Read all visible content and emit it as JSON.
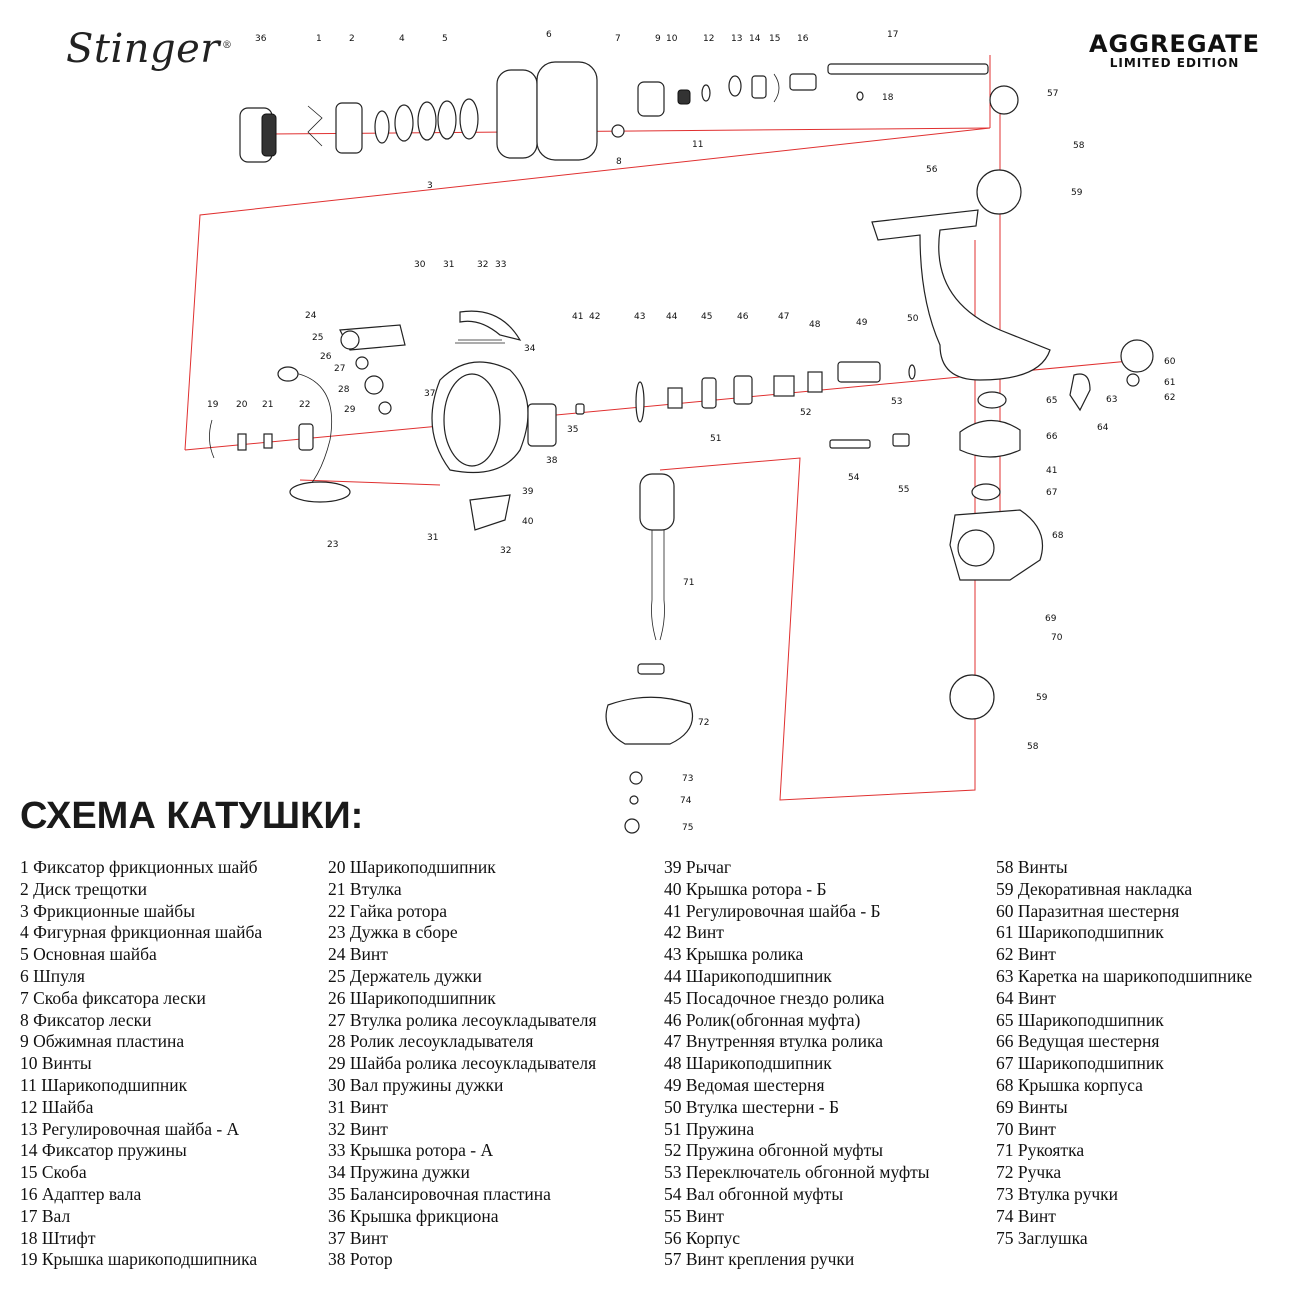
{
  "brand": {
    "logo_text": "Stinger",
    "registered": "®"
  },
  "series": {
    "name": "AGGREGATE",
    "edition": "LIMITED EDITION"
  },
  "title": "СХЕМА КАТУШКИ:",
  "diagram": {
    "part_numbers": [
      "36",
      "1",
      "2",
      "4",
      "5",
      "3",
      "6",
      "7",
      "8",
      "9",
      "10",
      "11",
      "12",
      "13",
      "14",
      "15",
      "16",
      "17",
      "18",
      "57",
      "58",
      "59",
      "56",
      "60",
      "61",
      "62",
      "63",
      "64",
      "65",
      "66",
      "41",
      "67",
      "68",
      "69",
      "70",
      "59",
      "58",
      "30",
      "31",
      "32",
      "33",
      "34",
      "24",
      "25",
      "26",
      "27",
      "28",
      "29",
      "37",
      "19",
      "20",
      "21",
      "22",
      "23",
      "35",
      "38",
      "39",
      "40",
      "31",
      "32",
      "41",
      "42",
      "43",
      "44",
      "45",
      "46",
      "47",
      "48",
      "49",
      "50",
      "52",
      "51",
      "53",
      "54",
      "55",
      "71",
      "72",
      "73",
      "74",
      "75"
    ]
  },
  "legend": {
    "col1": [
      "1 Фиксатор фрикционных шайб",
      "2 Диск трещотки",
      "3 Фрикционные шайбы",
      "4 Фигурная фрикционная шайба",
      "5 Основная шайба",
      "6 Шпуля",
      "7 Скоба фиксатора лески",
      "8 Фиксатор лески",
      "9 Обжимная пластина",
      "10 Винты",
      "11 Шарикоподшипник",
      "12 Шайба",
      "13 Регулировочная шайба - А",
      "14 Фиксатор пружины",
      "15 Скоба",
      "16 Адаптер вала",
      "17 Вал",
      "18 Штифт",
      "19 Крышка шарикоподшипника"
    ],
    "col2": [
      "20 Шарикоподшипник",
      "21 Втулка",
      "22 Гайка ротора",
      "23 Дужка в сборе",
      "24 Винт",
      "25 Держатель дужки",
      "26 Шарикоподшипник",
      "27 Втулка ролика лесоукладывателя",
      "28 Ролик лесоукладывателя",
      "29 Шайба ролика лесоукладывателя",
      "30 Вал пружины дужки",
      "31 Винт",
      "32 Винт",
      "33 Крышка ротора - А",
      "34 Пружина дужки",
      "35 Балансировочная пластина",
      "36 Крышка фрикциона",
      "37 Винт",
      "38 Ротор"
    ],
    "col3": [
      "39 Рычаг",
      "40 Крышка ротора - Б",
      "41 Регулировочная шайба - Б",
      "42 Винт",
      "43 Крышка ролика",
      "44 Шарикоподшипник",
      "45 Посадочное гнездо ролика",
      "46 Ролик(обгонная муфта)",
      "47 Внутренняя втулка ролика",
      "48 Шарикоподшипник",
      "49 Ведомая шестерня",
      "50 Втулка шестерни - Б",
      "51 Пружина",
      "52 Пружина обгонной муфты",
      "53 Переключатель обгонной муфты",
      "54 Вал обгонной муфты",
      "55 Винт",
      "56 Корпус",
      "57 Винт крепления ручки"
    ],
    "col4": [
      "58 Винты",
      "59 Декоративная накладка",
      "60 Паразитная шестерня",
      "61 Шарикоподшипник",
      "62 Винт",
      "63 Каретка на шарикоподшипнике",
      "64 Винт",
      "65 Шарикоподшипник",
      "66 Ведущая шестерня",
      "67 Шарикоподшипник",
      "68 Крышка корпуса",
      "69 Винты",
      "70 Винт",
      "71 Рукоятка",
      "72 Ручка",
      "73 Втулка ручки",
      "74 Винт",
      "75 Заглушка"
    ]
  }
}
